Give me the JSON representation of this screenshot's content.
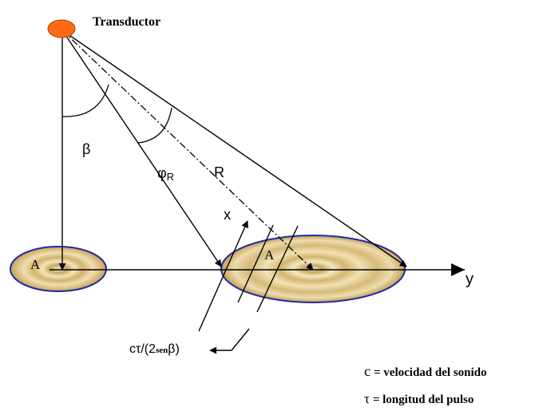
{
  "labels": {
    "transducer": "Transductor",
    "beta": "β",
    "phi": "φ",
    "phi_sub": "R",
    "range": "R",
    "x_axis": "x",
    "y_axis": "y",
    "area_left": "A",
    "area_right": "A",
    "resolution_main": "cτ/(2",
    "resolution_sen": "sen",
    "resolution_end": "β)"
  },
  "legend": [
    {
      "symbol": "c",
      "text": "= velocidad del sonido"
    },
    {
      "symbol": "τ",
      "text": "= longitud del pulso"
    }
  ],
  "colors": {
    "transducer_fill": "#ff6a13",
    "ellipse_outline": "#1f2aa8",
    "ellipse_dark": "#c9a85a",
    "ellipse_light": "#f3e6bd",
    "stroke": "#000000"
  }
}
